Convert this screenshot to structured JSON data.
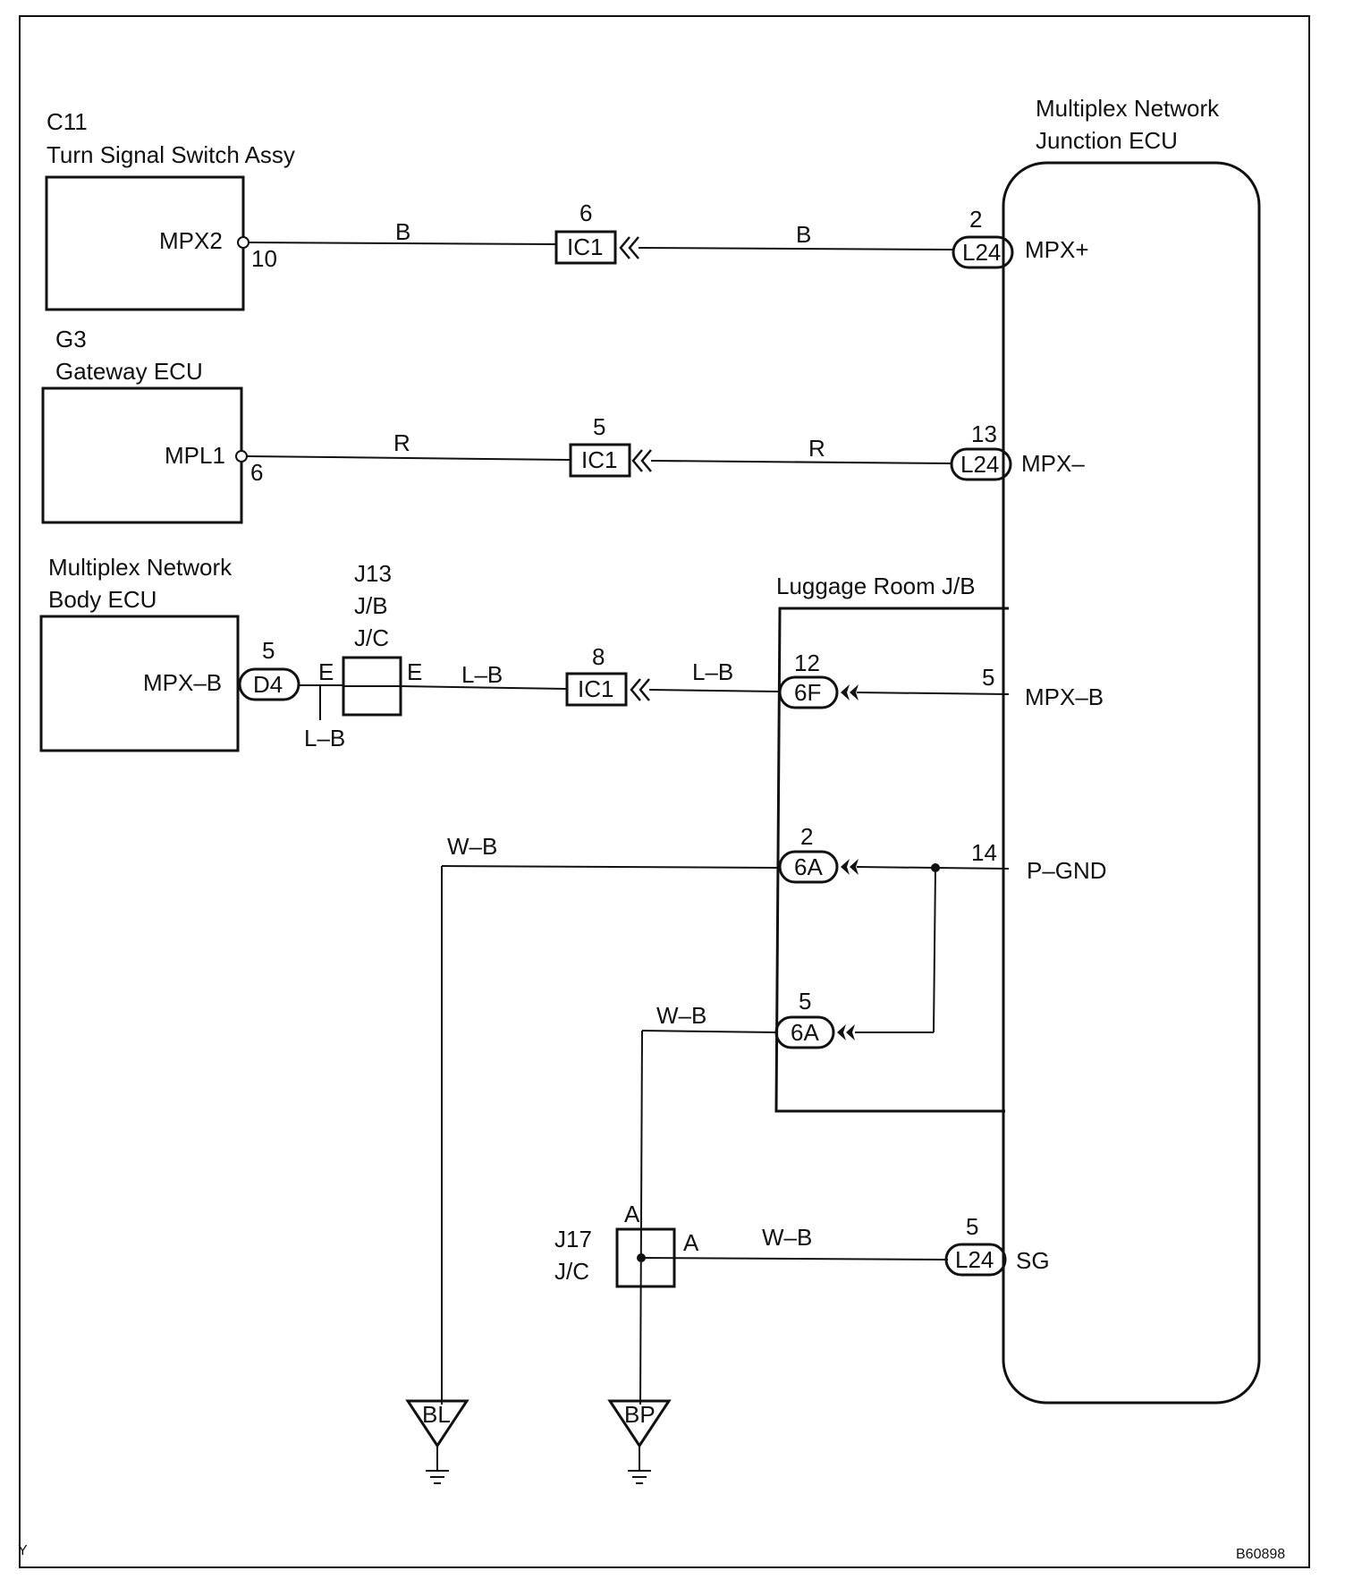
{
  "corner_code": "Y",
  "figure_id": "B60898",
  "components": {
    "c11": {
      "code": "C11",
      "name": "Turn Signal Switch Assy",
      "terminal": "MPX2",
      "pin": "10"
    },
    "g3": {
      "code": "G3",
      "name": "Gateway ECU",
      "terminal": "MPL1",
      "pin": "6"
    },
    "body_ecu": {
      "name_line1": "Multiplex Network",
      "name_line2": "Body ECU",
      "terminal": "MPX–B",
      "pin": "5",
      "connector": "D4"
    },
    "j13": {
      "code": "J13",
      "line2": "J/B",
      "line3": "J/C",
      "pin_left": "E",
      "pin_right": "E",
      "stub_wire": "L–B"
    },
    "junction_ecu": {
      "name_line1": "Multiplex Network",
      "name_line2": "Junction ECU",
      "terminals": {
        "mpx_plus": "MPX+",
        "mpx_minus": "MPX–",
        "mpx_b": "MPX–B",
        "p_gnd": "P–GND",
        "sg": "SG"
      }
    },
    "luggage_jb": {
      "name": "Luggage Room J/B"
    },
    "j17": {
      "code": "J17",
      "line2": "J/C",
      "pin_top": "A",
      "pin_right": "A"
    }
  },
  "wires": {
    "row1": {
      "left_color": "B",
      "ic_pin": "6",
      "ic": "IC1",
      "right_color": "B",
      "l24_pin": "2",
      "l24": "L24"
    },
    "row2": {
      "left_color": "R",
      "ic_pin": "5",
      "ic": "IC1",
      "right_color": "R",
      "l24_pin": "13",
      "l24": "L24"
    },
    "row3": {
      "left_color": "L–B",
      "ic_pin": "8",
      "ic": "IC1",
      "right_color": "L–B",
      "conn_pin": "12",
      "conn": "6F",
      "ecu_pin": "5"
    },
    "row4": {
      "color": "W–B",
      "conn_pin": "2",
      "conn": "6A",
      "ecu_pin": "14"
    },
    "row5": {
      "color": "W–B",
      "conn_pin": "5",
      "conn": "6A"
    },
    "row6": {
      "color": "W–B",
      "l24_pin": "5",
      "l24": "L24"
    }
  },
  "grounds": {
    "bl": "BL",
    "bp": "BP"
  }
}
